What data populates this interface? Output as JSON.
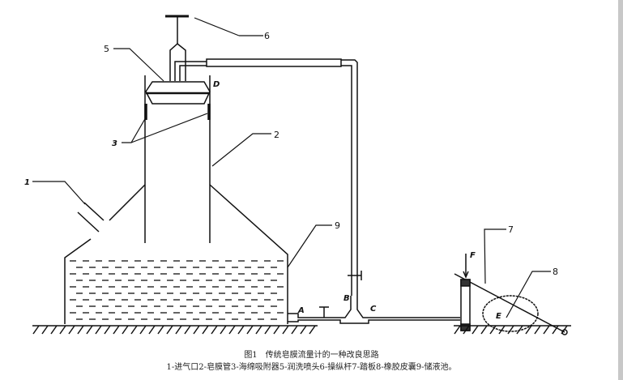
{
  "figure": {
    "labels": {
      "n1": "1",
      "n2": "2",
      "n3": "3",
      "n5": "5",
      "n6": "6",
      "n7": "7",
      "n8": "8",
      "n9": "9"
    },
    "points": {
      "A": "A",
      "B": "B",
      "C": "C",
      "D": "D",
      "E": "E",
      "F": "F"
    },
    "caption_title": "图1　传统皂膜流量计的一种改良思路",
    "caption_legend": "1-进气口2-皂膜管3-海绵吸附器5-润洗喷头6-操纵杆7-踏板8-橡胶皮囊9-储液池。"
  }
}
